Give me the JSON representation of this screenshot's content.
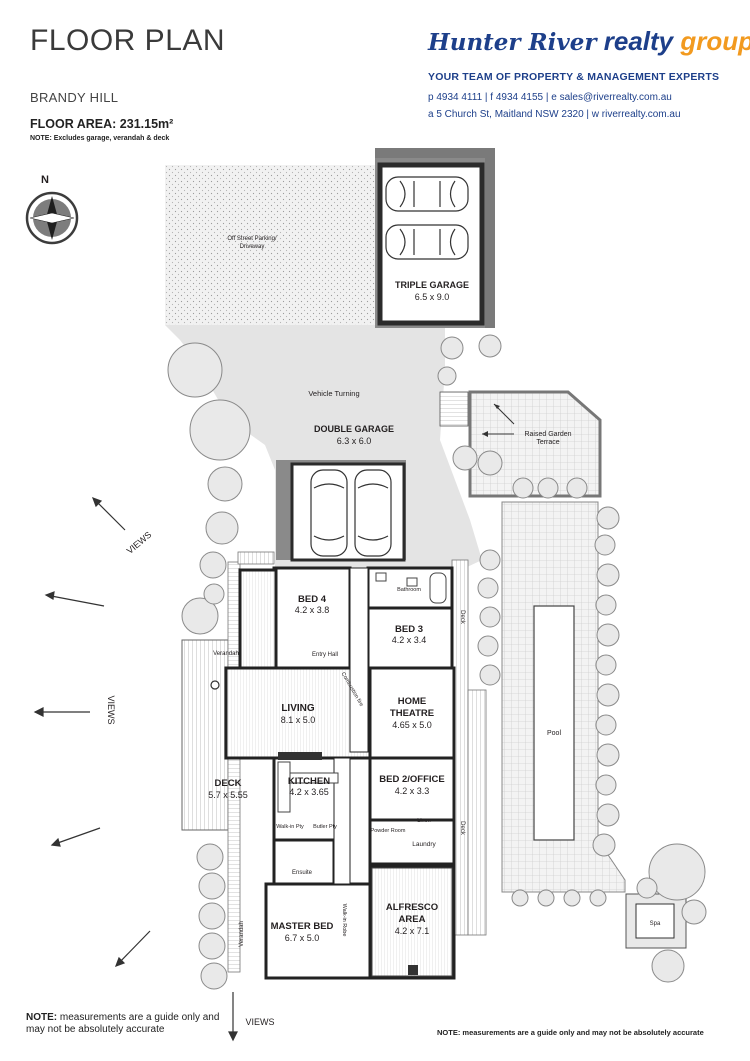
{
  "header": {
    "title": "FLOOR PLAN",
    "suburb": "BRANDY HILL",
    "floor_area": "FLOOR AREA: 231.15m²",
    "note": "NOTE: Excludes garage, verandah & deck"
  },
  "agency": {
    "name_part1": "Hunter River",
    "name_part2": "realty",
    "name_part3": "group",
    "tagline": "YOUR TEAM OF PROPERTY & MANAGEMENT EXPERTS",
    "contact_line1": "p 4934 4111  |  f 4934 4155  |  e sales@riverrealty.com.au",
    "contact_line2": "a 5 Church St, Maitland NSW 2320  |  w riverrealty.com.au",
    "brand_blue": "#1d3f8a",
    "brand_orange": "#f29a1f"
  },
  "compass": {
    "label": "N"
  },
  "rooms": {
    "triple_garage": {
      "name": "TRIPLE GARAGE",
      "dims": "6.5 x 9.0"
    },
    "double_garage": {
      "name": "DOUBLE GARAGE",
      "dims": "6.3 x 6.0"
    },
    "bed4": {
      "name": "BED 4",
      "dims": "4.2 x 3.8"
    },
    "bed3": {
      "name": "BED 3",
      "dims": "4.2 x 3.4"
    },
    "living": {
      "name": "LIVING",
      "dims": "8.1 x 5.0"
    },
    "home_theatre": {
      "name1": "HOME",
      "name2": "THEATRE",
      "dims": "4.65 x 5.0"
    },
    "kitchen": {
      "name": "KITCHEN",
      "dims": "4.2 x 3.65"
    },
    "bed2": {
      "name": "BED 2/OFFICE",
      "dims": "4.2 x 3.3"
    },
    "deck": {
      "name": "DECK",
      "dims": "5.7 x 5.55"
    },
    "master": {
      "name": "MASTER BED",
      "dims": "6.7 x 5.0"
    },
    "alfresco": {
      "name1": "ALFRESCO",
      "name2": "AREA",
      "dims": "4.2 x 7.1"
    }
  },
  "small_labels": {
    "driveway1": "Off Street Parking/",
    "driveway2": "Driveway",
    "vehicle_turning": "Vehicle Turning",
    "raised1": "Raised Garden",
    "raised2": "Terrace",
    "bathroom": "Bathroom",
    "entry": "Entry Hall",
    "verandah": "Verandah",
    "verandah2": "Verandah",
    "deck_right1": "Deck",
    "deck_right2": "Deck",
    "pool": "Pool",
    "spa": "Spa",
    "laundry": "Laundry",
    "linen": "Linen",
    "powder": "Powder Room",
    "walkin_pty": "Walk-in Pty",
    "butler_pty": "Butler Pty",
    "ensuite": "Ensuite",
    "walkin_robe": "Walk-in Robe",
    "combustion": "Combustion fire"
  },
  "views": [
    "VIEWS",
    "VIEWS",
    "VIEWS"
  ],
  "footer": {
    "note_left_bold": "NOTE:",
    "note_left_text": "measurements are a guide only and may not be absolutely accurate",
    "note_right": "NOTE: measurements are a guide only and may not be absolutely accurate"
  }
}
